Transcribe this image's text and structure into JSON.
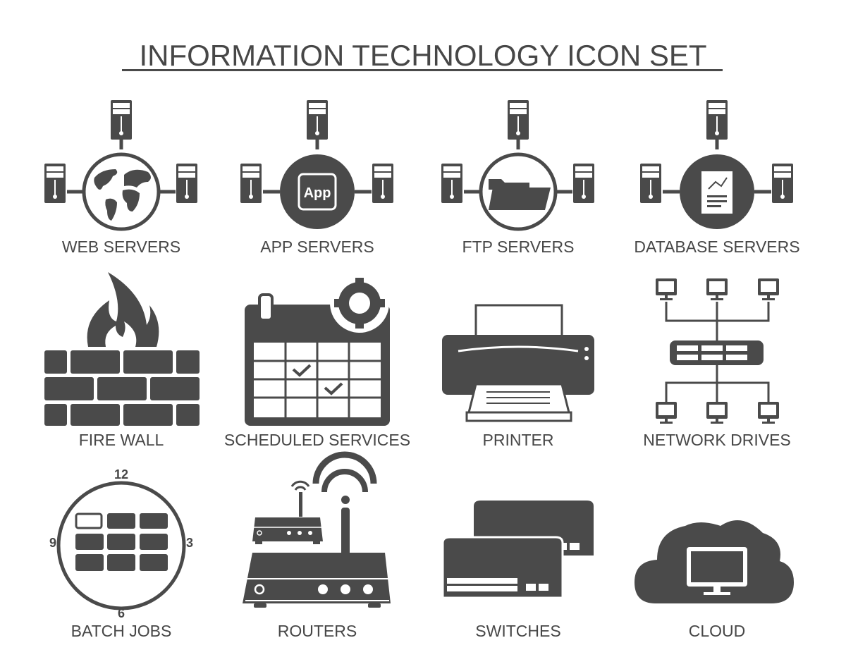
{
  "title": "INFORMATION TECHNOLOGY ICON SET",
  "colors": {
    "icon": "#4a4a4a",
    "text": "#474747",
    "background": "#ffffff"
  },
  "icons": [
    {
      "label": "WEB SERVERS",
      "icon": "web-servers-icon"
    },
    {
      "label": "APP SERVERS",
      "icon": "app-servers-icon",
      "badge": "App"
    },
    {
      "label": "FTP SERVERS",
      "icon": "ftp-servers-icon"
    },
    {
      "label": "DATABASE SERVERS",
      "icon": "database-servers-icon"
    },
    {
      "label": "FIRE WALL",
      "icon": "firewall-icon"
    },
    {
      "label": "SCHEDULED SERVICES",
      "icon": "scheduled-services-icon"
    },
    {
      "label": "PRINTER",
      "icon": "printer-icon"
    },
    {
      "label": "NETWORK DRIVES",
      "icon": "network-drives-icon"
    },
    {
      "label": "BATCH JOBS",
      "icon": "batch-jobs-icon",
      "clock_numbers": [
        "12",
        "3",
        "6",
        "9"
      ]
    },
    {
      "label": "ROUTERS",
      "icon": "routers-icon"
    },
    {
      "label": "SWITCHES",
      "icon": "switches-icon"
    },
    {
      "label": "CLOUD",
      "icon": "cloud-icon"
    }
  ]
}
